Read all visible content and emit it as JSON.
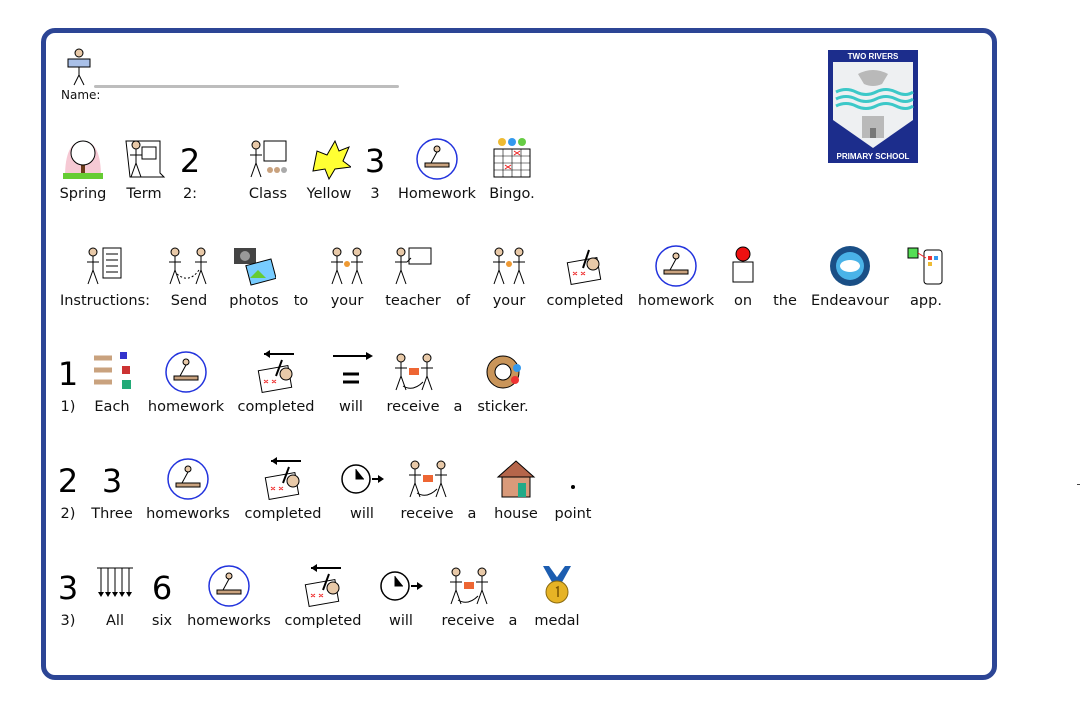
{
  "name_field": {
    "label": "Name:",
    "icon": "person-holding-sign-icon"
  },
  "logo": {
    "top_text": "TWO RIVERS",
    "bottom_text": "PRIMARY SCHOOL"
  },
  "colors": {
    "frame": "#2c4595",
    "logo_bg": "#1c2d8c",
    "homework_circle": "#2233dd"
  },
  "rows": [
    {
      "words": [
        {
          "label": "Spring",
          "icon": "spring-tree-icon"
        },
        {
          "label": "Term",
          "icon": "term-poster-icon"
        },
        {
          "label": "2:",
          "symbol_text": "2"
        },
        {
          "label": "Class",
          "icon": "class-teacher-icon"
        },
        {
          "label": "Yellow",
          "icon": "yellow-splash-icon"
        },
        {
          "label": "3",
          "symbol_text": "3"
        },
        {
          "label": "Homework",
          "icon": "homework-icon"
        },
        {
          "label": "Bingo.",
          "icon": "bingo-card-icon"
        }
      ]
    },
    {
      "words": [
        {
          "label": "Instructions:",
          "icon": "instructions-icon"
        },
        {
          "label": "Send",
          "icon": "send-icon"
        },
        {
          "label": "photos",
          "icon": "camera-photos-icon"
        },
        {
          "label": "to",
          "icon": ""
        },
        {
          "label": "your",
          "icon": "your-people-icon"
        },
        {
          "label": "teacher",
          "icon": "teacher-icon"
        },
        {
          "label": "of",
          "icon": ""
        },
        {
          "label": "your",
          "icon": "your-people-icon"
        },
        {
          "label": "completed",
          "icon": "completed-writing-icon"
        },
        {
          "label": "homework",
          "icon": "homework-icon"
        },
        {
          "label": "on",
          "icon": "on-icon"
        },
        {
          "label": "the",
          "icon": ""
        },
        {
          "label": "Endeavour",
          "icon": "endeavour-app-icon"
        },
        {
          "label": "app.",
          "icon": "phone-app-icon"
        }
      ]
    },
    {
      "words": [
        {
          "label": "1)",
          "symbol_text": "1"
        },
        {
          "label": "Each",
          "icon": "each-pointing-icon"
        },
        {
          "label": "homework",
          "icon": "homework-icon"
        },
        {
          "label": "completed",
          "icon": "completed-arrow-icon"
        },
        {
          "label": "will",
          "icon": "will-equals-icon"
        },
        {
          "label": "receive",
          "icon": "receive-icon"
        },
        {
          "label": "a",
          "icon": ""
        },
        {
          "label": "sticker.",
          "icon": "sticker-roll-icon"
        }
      ]
    },
    {
      "words": [
        {
          "label": "2)",
          "symbol_text": "2"
        },
        {
          "label": "Three",
          "symbol_text": "3"
        },
        {
          "label": "homeworks",
          "icon": "homework-icon"
        },
        {
          "label": "completed",
          "icon": "completed-arrow-icon"
        },
        {
          "label": "will",
          "icon": "clock-arrow-icon"
        },
        {
          "label": "receive",
          "icon": "receive-icon"
        },
        {
          "label": "a",
          "icon": ""
        },
        {
          "label": "house",
          "icon": "house-icon"
        },
        {
          "label": "point",
          "icon": "point-dot-icon"
        }
      ]
    },
    {
      "words": [
        {
          "label": "3)",
          "symbol_text": "3"
        },
        {
          "label": "All",
          "icon": "all-arrows-icon"
        },
        {
          "label": "six",
          "symbol_text": "6"
        },
        {
          "label": "homeworks",
          "icon": "homework-icon"
        },
        {
          "label": "completed",
          "icon": "completed-arrow-icon"
        },
        {
          "label": "will",
          "icon": "clock-arrow-icon"
        },
        {
          "label": "receive",
          "icon": "receive-icon"
        },
        {
          "label": "a",
          "icon": ""
        },
        {
          "label": "medal",
          "icon": "medal-icon"
        }
      ]
    }
  ]
}
